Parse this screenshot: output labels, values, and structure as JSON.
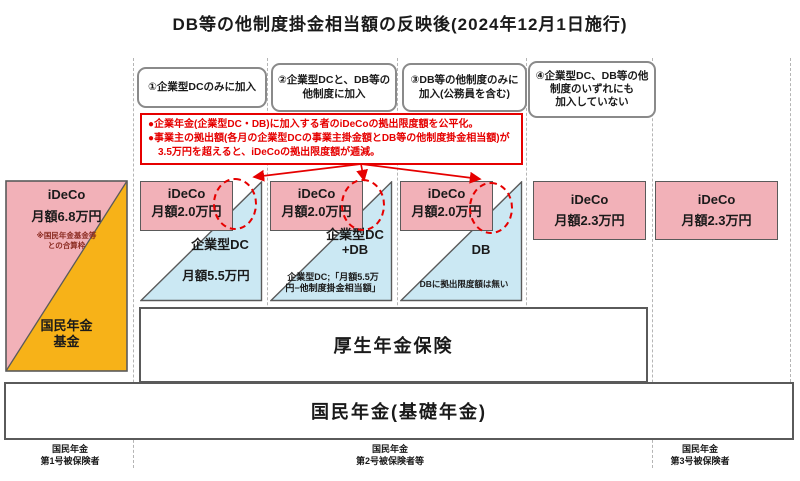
{
  "title": "DB等の他制度掛金相当額の反映後(2024年12月1日施行)",
  "colors": {
    "pink": "#f2b1b8",
    "light_blue": "#cbe8f3",
    "orange": "#f7b218",
    "accent_red": "#e60000",
    "border_gray": "#5a5a5a"
  },
  "headers": [
    {
      "label": "①企業型DCのみに加入"
    },
    {
      "label": "②企業型DCと、DB等の\n他制度に加入"
    },
    {
      "label": "③DB等の他制度のみに\n加入(公務員を含む)"
    },
    {
      "label": "④企業型DC、DB等の他\n制度のいずれにも\n加入していない"
    }
  ],
  "callout": {
    "bullet1": "●企業年金(企業型DC・DB)に加入する者のiDeCoの拠出限度額を公平化。",
    "bullet2": "●事業主の拠出額(各月の企業型DCの事業主掛金額とDB等の他制度掛金相当額)が3.5万円を超えると、iDeCoの拠出限度額が逓減。"
  },
  "group1": {
    "ideco_label": "iDeCo",
    "ideco_amount": "月額6.8万円",
    "note": "※国民年金基金等\nとの合算枠",
    "fund": "国民年金\n基金"
  },
  "col1": {
    "ideco_label": "iDeCo",
    "ideco_amount": "月額2.0万円",
    "plan_name": "企業型DC",
    "plan_sub": "月額5.5万円"
  },
  "col2": {
    "ideco_label": "iDeCo",
    "ideco_amount": "月額2.0万円",
    "plan_name": "企業型DC\n+DB",
    "plan_sub": "企業型DC;「月額5.5万\n円−他制度掛金相当額」"
  },
  "col3": {
    "ideco_label": "iDeCo",
    "ideco_amount": "月額2.0万円",
    "plan_name": "DB",
    "plan_sub": "DBに拠出限度額は無い"
  },
  "col4": {
    "ideco_label": "iDeCo",
    "ideco_amount": "月額2.3万円"
  },
  "col5": {
    "ideco_label": "iDeCo",
    "ideco_amount": "月額2.3万円"
  },
  "bars": {
    "kosei": "厚生年金保険",
    "kiso": "国民年金(基礎年金)"
  },
  "footer": [
    {
      "label": "国民年金\n第1号被保険者"
    },
    {
      "label": "国民年金\n第2号被保険者等"
    },
    {
      "label": "国民年金\n第3号被保険者"
    }
  ]
}
